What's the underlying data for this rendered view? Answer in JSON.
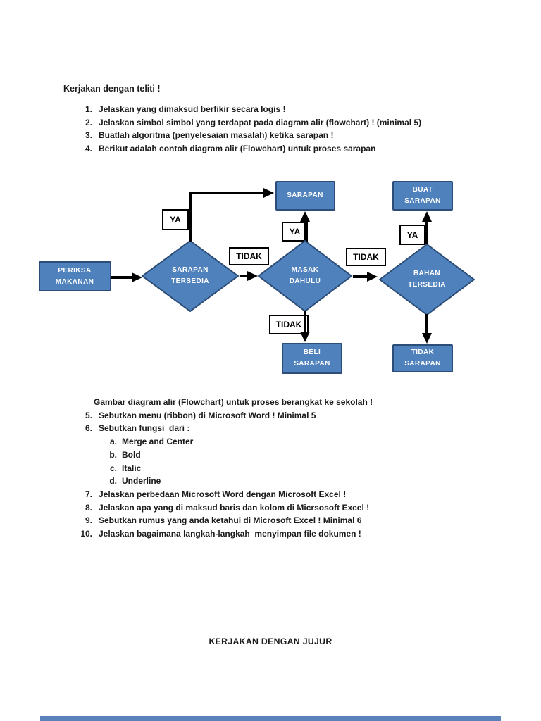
{
  "document": {
    "title": "Kerjakan dengan teliti !",
    "questions_top": [
      {
        "num": "1.",
        "text": "Jelaskan yang dimaksud berfikir secara logis !"
      },
      {
        "num": "2.",
        "text": "Jelaskan simbol simbol yang terdapat pada diagram alir (flowchart) ! (minimal 5)"
      },
      {
        "num": "3.",
        "text": "Buatlah algoritma (penyelesaian masalah) ketika sarapan !"
      },
      {
        "num": "4.",
        "text": "Berikut adalah contoh diagram alir (Flowchart) untuk proses sarapan"
      }
    ],
    "flowchart_caption": "Gambar diagram alir (Flowchart) untuk proses berangkat ke sekolah !",
    "questions_bottom": [
      {
        "num": "5.",
        "text": "Sebutkan menu (ribbon) di Microsoft Word ! Minimal 5"
      },
      {
        "num": "6.",
        "text": "Sebutkan fungsi  dari :"
      },
      {
        "num": "a.",
        "text": "Merge and Center"
      },
      {
        "num": "b.",
        "text": "Bold"
      },
      {
        "num": "c.",
        "text": "Italic"
      },
      {
        "num": "d.",
        "text": "Underline"
      },
      {
        "num": "7.",
        "text": "Jelaskan perbedaan Microsoft Word dengan Microsoft Excel !"
      },
      {
        "num": "8.",
        "text": "Jelaskan apa yang di maksud baris dan kolom di Micrsosoft Excel !"
      },
      {
        "num": "9.",
        "text": "Sebutkan rumus yang anda ketahui di Microsoft Excel ! Minimal 6"
      },
      {
        "num": "10.",
        "text": "Jelaskan bagaimana langkah-langkah  menyimpan file dokumen !"
      }
    ],
    "footer": "KERJAKAN DENGAN JUJUR"
  },
  "flowchart": {
    "nodes": {
      "periksa_makanan": {
        "label": "PERIKSA\nMAKANAN"
      },
      "sarapan": {
        "label": "SARAPAN"
      },
      "buat_sarapan": {
        "label": "BUAT\nSARAPAN"
      },
      "beli_sarapan": {
        "label": "BELI\nSARAPAN"
      },
      "tidak_sarapan": {
        "label": "TIDAK\nSARAPAN"
      },
      "sarapan_tersedia": {
        "label": "SARAPAN\nTERSEDIA"
      },
      "masak_dahulu": {
        "label": "MASAK\nDAHULU"
      },
      "bahan_tersedia": {
        "label": "BAHAN\nTERSEDIA"
      }
    },
    "branch_labels": {
      "ya": "YA",
      "tidak": "TIDAK"
    }
  },
  "theme": {
    "node_fill": "#4f81bd",
    "node_border": "#2c4d77",
    "node_text": "#ffffff",
    "arrow": "#000000",
    "label_fill": "#ffffff",
    "label_border": "#000000",
    "text": "#1a1a1a",
    "page_bg": "#ffffff",
    "next_page_bar": "#5b82bb"
  }
}
